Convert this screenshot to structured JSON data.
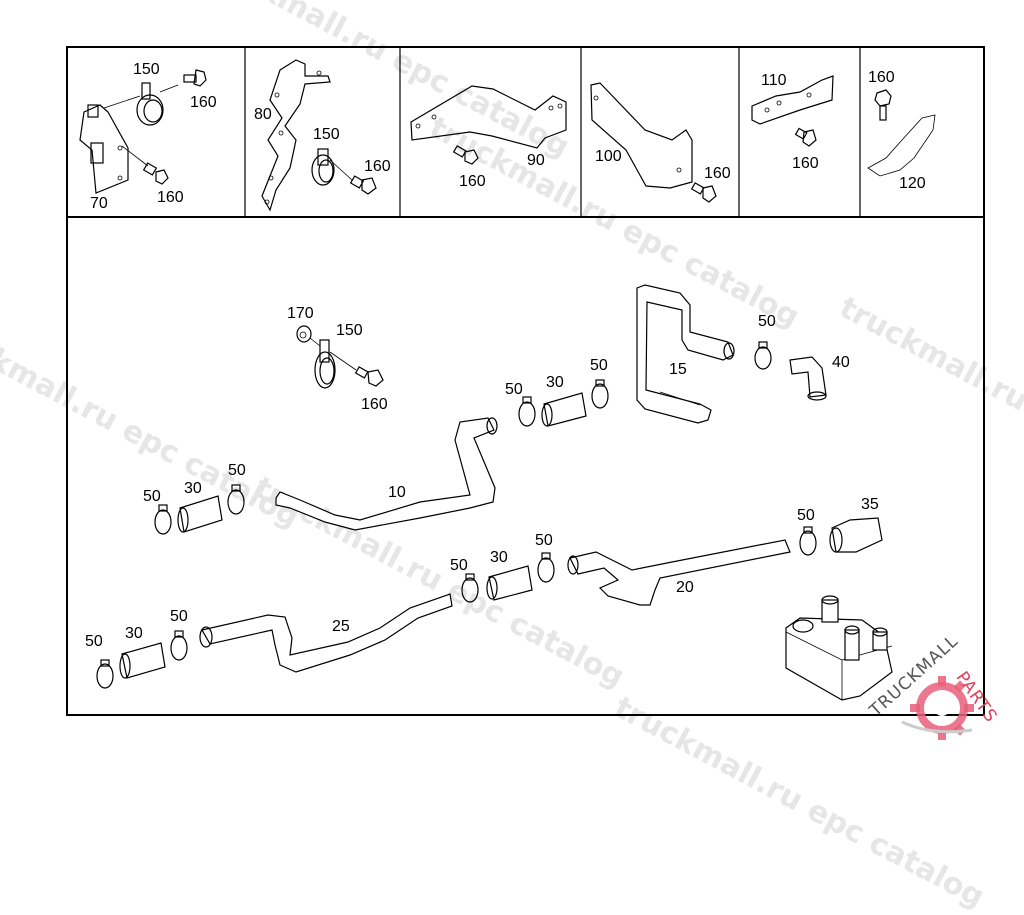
{
  "watermark": {
    "text_lines": [
      "truckmall.ru epc catalog",
      "truckmall.ru epc catalog",
      "truckmall.ru epc catalog",
      "truckmall.ru epc catalog"
    ],
    "color": "#e6e6e6"
  },
  "logo": {
    "brand_part1": "TRUCKMALL",
    "brand_part2": "PARTS",
    "part1_color": "#555555",
    "part2_color": "#e0405a",
    "gear_color": "#e8607a"
  },
  "top_panels": [
    {
      "id": "panel-1",
      "labels": [
        "150",
        "160",
        "160",
        "70"
      ]
    },
    {
      "id": "panel-2",
      "labels": [
        "80",
        "150",
        "160"
      ]
    },
    {
      "id": "panel-3",
      "labels": [
        "90",
        "160"
      ]
    },
    {
      "id": "panel-4",
      "labels": [
        "100",
        "160"
      ]
    },
    {
      "id": "panel-5",
      "labels": [
        "110",
        "160"
      ]
    },
    {
      "id": "panel-6",
      "labels": [
        "160",
        "120"
      ]
    }
  ],
  "callouts": {
    "p1_150": "150",
    "p1_160a": "160",
    "p1_160b": "160",
    "p1_70": "70",
    "p2_80": "80",
    "p2_150": "150",
    "p2_160": "160",
    "p3_160": "160",
    "p3_90": "90",
    "p4_100": "100",
    "p4_160": "160",
    "p5_110": "110",
    "p5_160": "160",
    "p6_160": "160",
    "p6_120": "120",
    "m_170": "170",
    "m_150": "150",
    "m_160": "160",
    "m_15": "15",
    "m_50_top": "50",
    "m_40": "40",
    "m_50_a": "50",
    "m_30_a": "30",
    "m_50_b": "50",
    "m_10": "10",
    "m_50_c": "50",
    "m_30_b": "30",
    "m_50_d": "50",
    "m_50_e": "50",
    "m_35": "35",
    "m_50_f": "50",
    "m_30_c": "30",
    "m_50_g": "50",
    "m_20": "20",
    "m_25": "25",
    "m_50_h": "50",
    "m_30_d": "30",
    "m_50_i": "50"
  }
}
